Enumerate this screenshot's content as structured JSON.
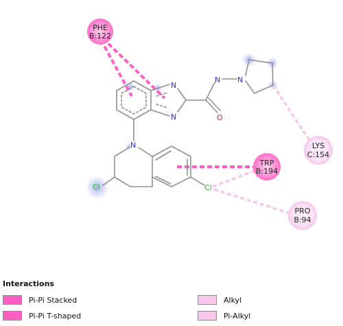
{
  "atoms": {
    "n_benz_top": "N",
    "n_benz_bottom": "N",
    "o_carbonyl": "O",
    "n_amide": "N",
    "n_pyrrolidine": "N",
    "n_quinoline": "N",
    "cl_left": "Cl",
    "cl_right": "Cl"
  },
  "residues": {
    "phe": {
      "name": "PHE",
      "id": "B:122"
    },
    "lys": {
      "name": "LYS",
      "id": "C:154"
    },
    "trp": {
      "name": "TRP",
      "id": "B:194"
    },
    "pro": {
      "name": "PRO",
      "id": "B:94"
    }
  },
  "legend": {
    "title": "Interactions",
    "items": [
      {
        "label": "Pi-Pi Stacked",
        "color": "#ff5ec4"
      },
      {
        "label": "Pi-Pi T-shaped",
        "color": "#ff5ec4"
      },
      {
        "label": "Alkyl",
        "color": "#f7c7ec"
      },
      {
        "label": "Pi-Alkyl",
        "color": "#f7c7ec"
      }
    ]
  },
  "colors": {
    "bond": "#8f8f8f",
    "nitrogen": "#3030c8",
    "oxygen": "#e02020",
    "chlorine": "#22c022",
    "strong_interaction": "#ff5ec4",
    "weak_interaction": "#f7c7ec",
    "residue_strong": "#ff6ec8",
    "residue_weak": "#fad4f2"
  }
}
